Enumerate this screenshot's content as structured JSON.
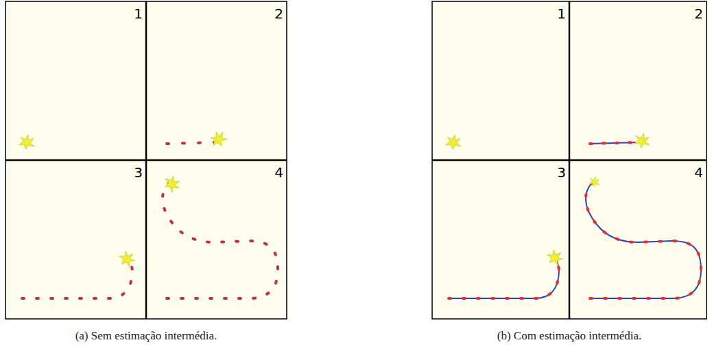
{
  "diagram": {
    "labels": [
      "1",
      "2",
      "3",
      "4",
      "1",
      "2",
      "3",
      "4",
      "(a) Sem estimação intermédia.",
      "(b) Com estimação intermédia."
    ]
  }
}
